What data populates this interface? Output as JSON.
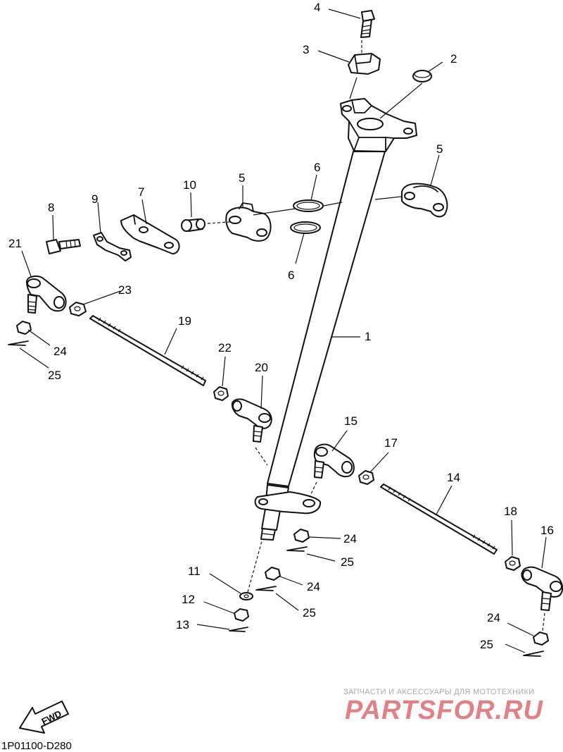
{
  "callouts": {
    "c1": "1",
    "c2": "2",
    "c3": "3",
    "c4": "4",
    "c5a": "5",
    "c5b": "5",
    "c6a": "6",
    "c6b": "6",
    "c7": "7",
    "c8": "8",
    "c9": "9",
    "c10": "10",
    "c11": "11",
    "c12": "12",
    "c13": "13",
    "c14": "14",
    "c15": "15",
    "c16": "16",
    "c17": "17",
    "c18": "18",
    "c19": "19",
    "c20": "20",
    "c21": "21",
    "c22": "22",
    "c23": "23",
    "c24a": "24",
    "c24b": "24",
    "c24c": "24",
    "c24d": "24",
    "c25a": "25",
    "c25b": "25",
    "c25c": "25",
    "c25d": "25"
  },
  "fwd_label": "FWD",
  "diagram_code": "1P01100-D280",
  "watermark": {
    "tagline": "ЗАПЧАСТИ И АКСЕССУАРЫ ДЛЯ МОТОТЕХНИКИ",
    "brand": "PARTSFOR.RU"
  }
}
